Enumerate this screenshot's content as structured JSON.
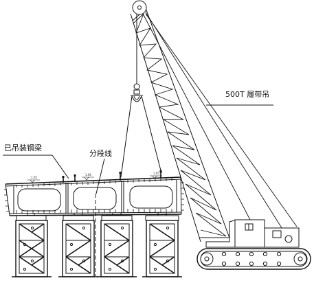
{
  "labels": {
    "installed_girder": "已吊装钢梁",
    "segment_line": "分段线",
    "crane": "500T 履带吊"
  },
  "elevations": {
    "left": "1.05",
    "middle": "1.00",
    "right": "1.05"
  }
}
